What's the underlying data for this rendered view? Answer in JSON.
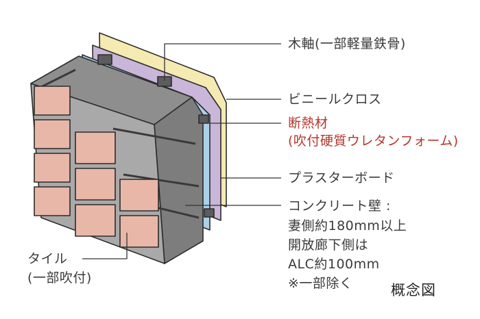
{
  "labels": {
    "wood_axis": "木軸(一部軽量鉄骨)",
    "vinyl_cloth": "ビニールクロス",
    "insulation_title": "断熱材",
    "insulation_detail": "(吹付硬質ウレタンフォーム)",
    "plaster_board": "プラスターボード",
    "concrete_1": "コンクリート壁 :",
    "concrete_2": "妻側約180mm以上",
    "concrete_3": "開放廊下側は",
    "concrete_4": "ALC約100mm",
    "concrete_5": "※一部除く",
    "tile_1": "タイル",
    "tile_2": "(一部吹付)",
    "concept": "概念図"
  },
  "colors": {
    "accent": "#b5352c",
    "tile": "#e9b7a8",
    "concrete": "#a9a9a9",
    "insulation": "#a9d1ea",
    "plaster": "#c9b6d8",
    "cloth": "#f4eab2"
  }
}
